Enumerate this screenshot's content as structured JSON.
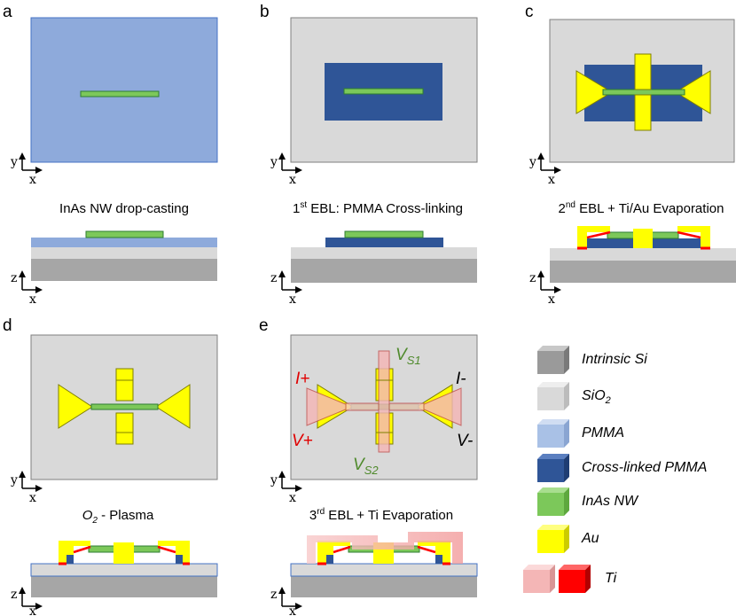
{
  "panels": {
    "a": {
      "letter": "a",
      "caption": "InAs NW drop-casting"
    },
    "b": {
      "letter": "b",
      "caption_sup": "st",
      "caption_pre": "1",
      "caption_post": " EBL: PMMA Cross-linking"
    },
    "c": {
      "letter": "c",
      "caption_pre": "2",
      "caption_sup": "nd",
      "caption_post": " EBL + Ti/Au Evaporation"
    },
    "d": {
      "letter": "d",
      "caption_pre": "O",
      "caption_sub": "2",
      "caption_post": " - Plasma"
    },
    "e": {
      "letter": "e",
      "caption_pre": "3",
      "caption_sup": "rd",
      "caption_post": " EBL + Ti Evaporation"
    }
  },
  "axes": {
    "x": "x",
    "y": "y",
    "z": "z"
  },
  "terminals": {
    "i_plus": "I+",
    "v_plus": "V+",
    "i_minus": "I-",
    "v_minus": "V-",
    "vs1_main": "V",
    "vs1_sub": "S1",
    "vs2_main": "V",
    "vs2_sub": "S2"
  },
  "legend": [
    {
      "label": "Intrinsic Si",
      "color": "#9a9a9a"
    },
    {
      "label_main": "SiO",
      "label_sub": "2",
      "color": "#d9d9d9"
    },
    {
      "label": "PMMA",
      "color": "#a9c1e6"
    },
    {
      "label": "Cross-linked PMMA",
      "color": "#2f5597"
    },
    {
      "label": "InAs NW",
      "color": "#7cc85a"
    },
    {
      "label": "Au",
      "color": "#ffff00"
    },
    {
      "label": "Ti",
      "color": "#ff0000",
      "color_light": "#f4b6b6"
    }
  ],
  "colors": {
    "si": "#a6a6a6",
    "sio2": "#d9d9d9",
    "pmma": "#8eaadb",
    "crosslinked": "#2f5597",
    "nw": "#7cc85a",
    "au": "#ffff00",
    "ti": "#ff0000",
    "ti_light": "#f4b6b6"
  }
}
